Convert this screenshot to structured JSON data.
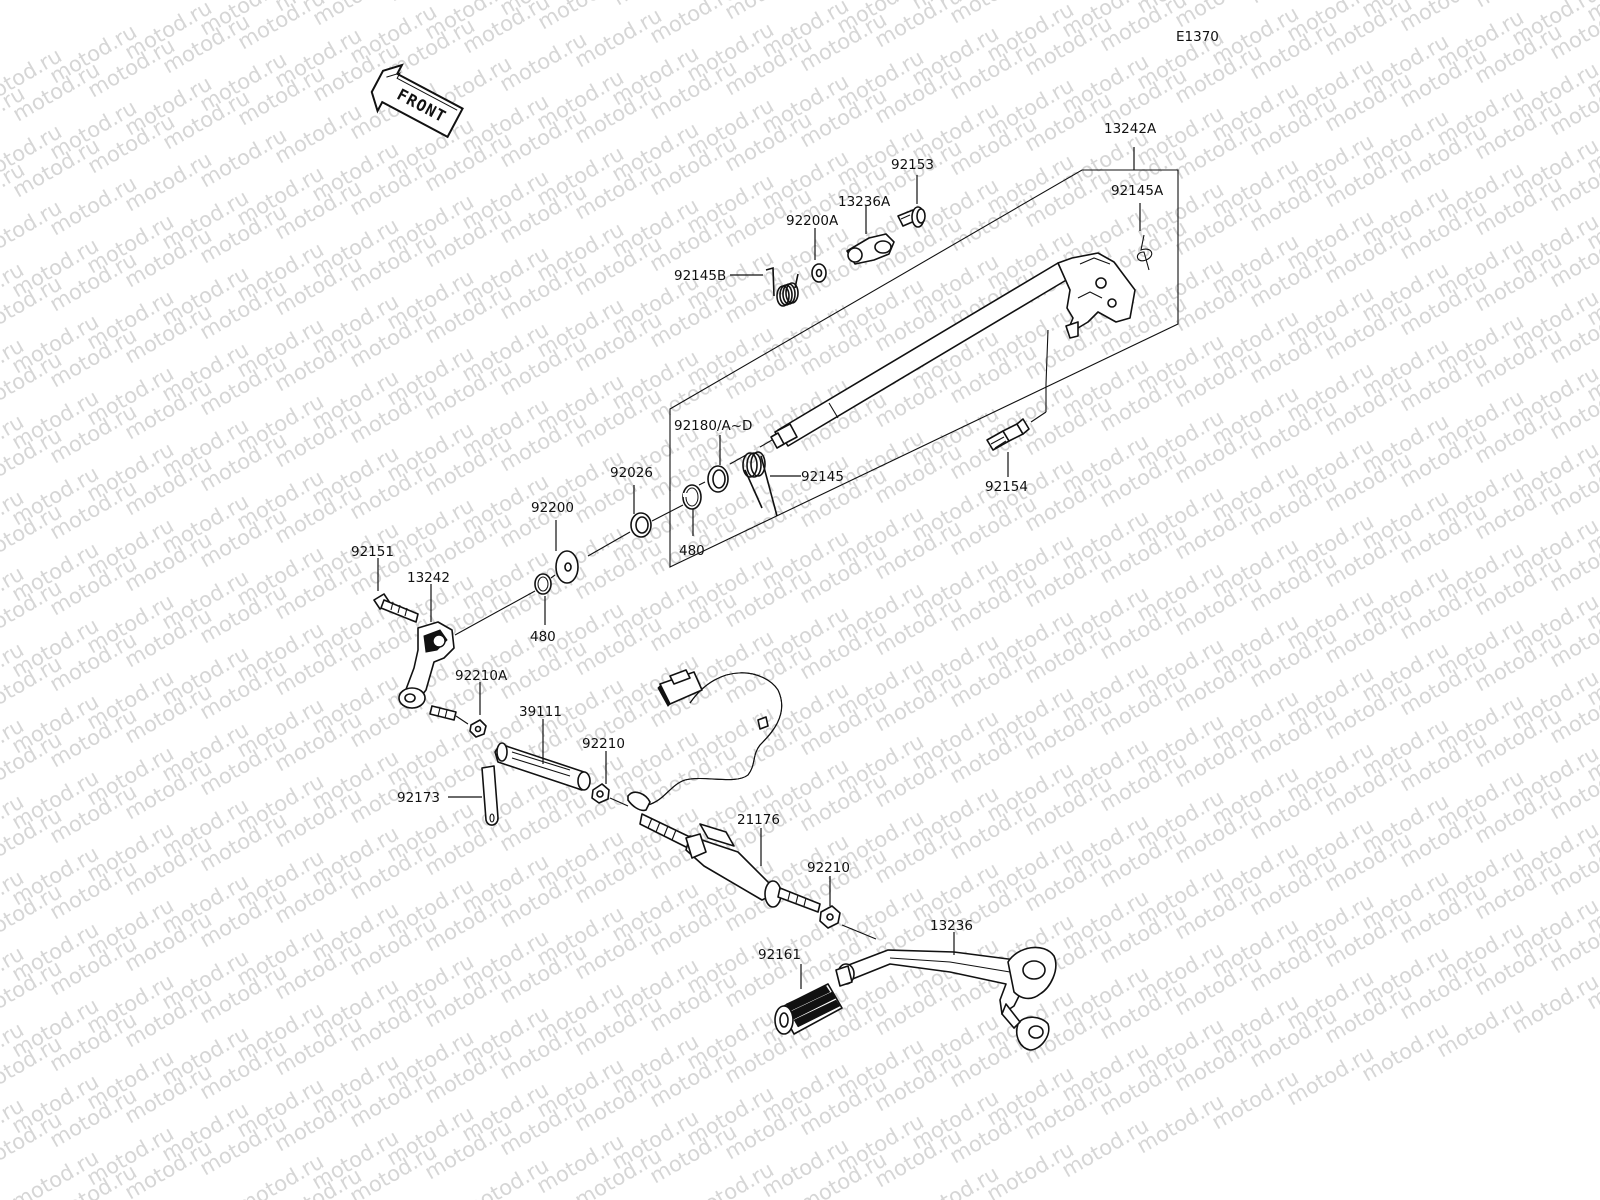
{
  "diagram_id": "E1370",
  "front_label": "FRONT",
  "watermark": "motod.ru",
  "parts": [
    {
      "key": "p13242A",
      "number": "13242A"
    },
    {
      "key": "p92153",
      "number": "92153"
    },
    {
      "key": "p13236A",
      "number": "13236A"
    },
    {
      "key": "p92145A",
      "number": "92145A"
    },
    {
      "key": "p92200A",
      "number": "92200A"
    },
    {
      "key": "p92145B",
      "number": "92145B"
    },
    {
      "key": "p92180",
      "number": "92180/A~D"
    },
    {
      "key": "p92026",
      "number": "92026"
    },
    {
      "key": "p92145",
      "number": "92145"
    },
    {
      "key": "p92154",
      "number": "92154"
    },
    {
      "key": "p92200",
      "number": "92200"
    },
    {
      "key": "p480a",
      "number": "480"
    },
    {
      "key": "p92151",
      "number": "92151"
    },
    {
      "key": "p13242",
      "number": "13242"
    },
    {
      "key": "p480b",
      "number": "480"
    },
    {
      "key": "p92210A",
      "number": "92210A"
    },
    {
      "key": "p39111",
      "number": "39111"
    },
    {
      "key": "p92210a",
      "number": "92210"
    },
    {
      "key": "p92173",
      "number": "92173"
    },
    {
      "key": "p21176",
      "number": "21176"
    },
    {
      "key": "p92210b",
      "number": "92210"
    },
    {
      "key": "p13236",
      "number": "13236"
    },
    {
      "key": "p92161",
      "number": "92161"
    }
  ]
}
